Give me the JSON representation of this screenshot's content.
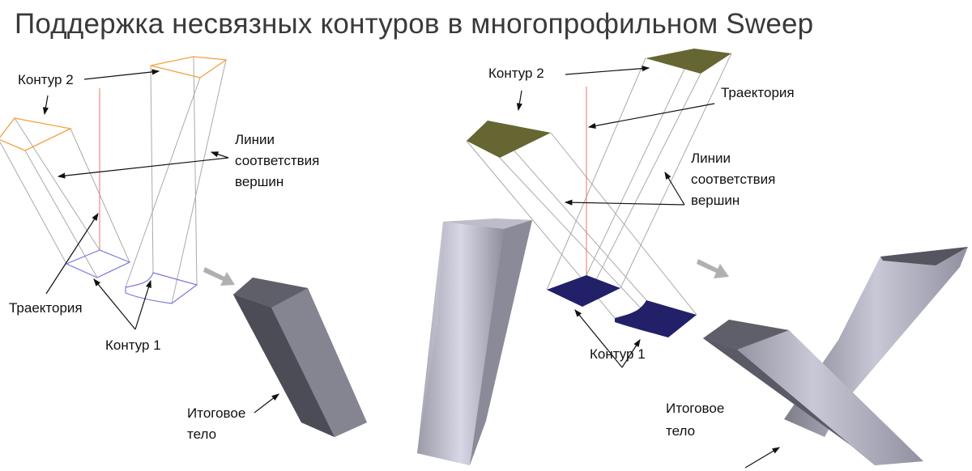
{
  "title": "Поддержка несвязных контуров в многопрофильном Sweep",
  "left": {
    "contour2": "Контур 2",
    "correspondence_lines": [
      "Линии",
      "соответствия",
      "вершин"
    ],
    "trajectory": "Траектория",
    "contour1": "Контур 1",
    "result_body": [
      "Итоговое",
      "тело"
    ]
  },
  "right": {
    "contour2": "Контур 2",
    "trajectory": "Траектория",
    "correspondence_lines": [
      "Линии",
      "соответствия",
      "вершин"
    ],
    "contour1": "Контур 1",
    "result_body": [
      "Итоговое",
      "тело"
    ]
  },
  "colors": {
    "wire_top": "#f5a142",
    "wire_bottom": "#7a78d8",
    "trajectory": "#f07070",
    "fill_top": "#666633",
    "fill_bottom": "#23206a",
    "solid": "#8e8e9c"
  }
}
